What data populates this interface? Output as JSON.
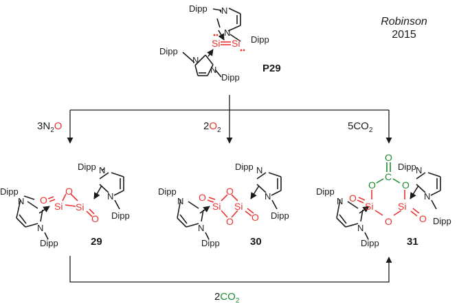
{
  "colors": {
    "black": "#1a1a1a",
    "red": "#e8322f",
    "green": "#1d8a2e"
  },
  "attribution": {
    "author": "Robinson",
    "year": "2015"
  },
  "labels": {
    "dipp": "Dipp",
    "n": "N",
    "si": "Si",
    "o": "O",
    "c": "C"
  },
  "starting_material": {
    "label": "P29"
  },
  "reagents": {
    "left": {
      "coef": "3",
      "main": "N",
      "sub": "2",
      "tail": "O"
    },
    "middle": {
      "coef": "2",
      "main": "O",
      "sub": "2"
    },
    "right": {
      "coef": "5",
      "main": "CO",
      "sub": "2"
    },
    "bottom": {
      "coef": "2",
      "main": "CO",
      "sub": "2"
    }
  },
  "products": [
    {
      "label": "29"
    },
    {
      "label": "30"
    },
    {
      "label": "31"
    }
  ]
}
